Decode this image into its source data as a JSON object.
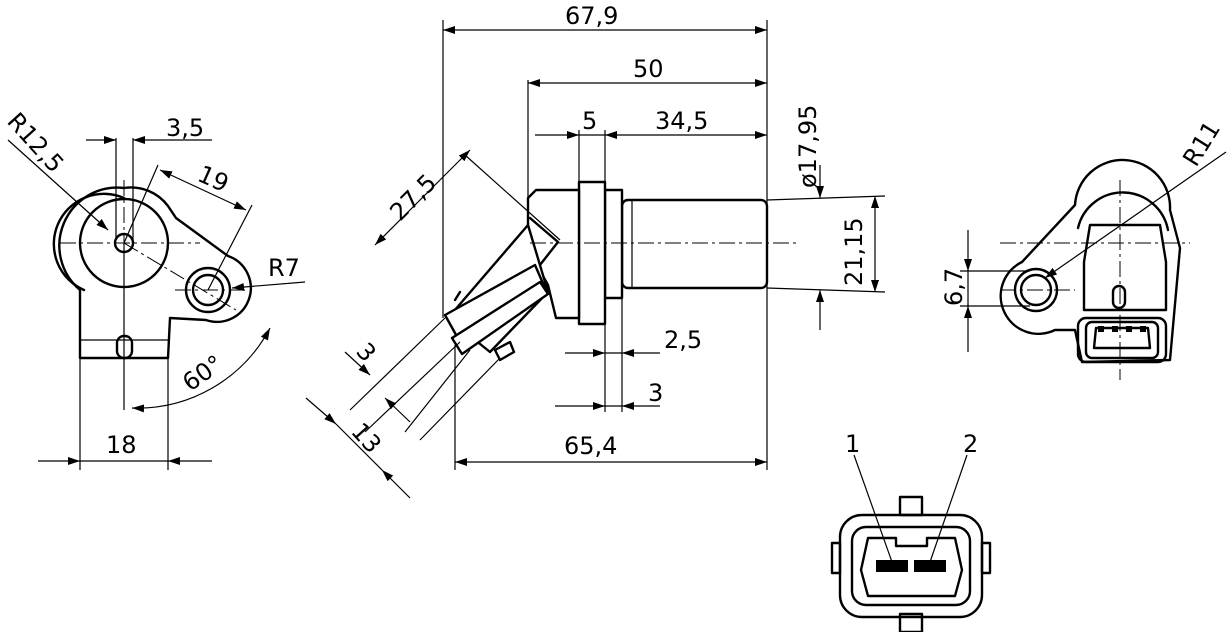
{
  "dimensions": {
    "r12_5": "R12,5",
    "d3_5": "3,5",
    "d19": "19",
    "r7": "R7",
    "angle60": "60°",
    "d18": "18",
    "d67_9": "67,9",
    "d50": "50",
    "d5": "5",
    "d34_5": "34,5",
    "d27_5": "27,5",
    "dia17_95": "ø17,95",
    "d21_15": "21,15",
    "d2_5": "2,5",
    "d3_side": "3",
    "d3_angled": "3",
    "d13": "13",
    "d65_4": "65,4",
    "r11": "R11",
    "d6_7": "6,7"
  },
  "pins": {
    "pin1": "1",
    "pin2": "2"
  }
}
